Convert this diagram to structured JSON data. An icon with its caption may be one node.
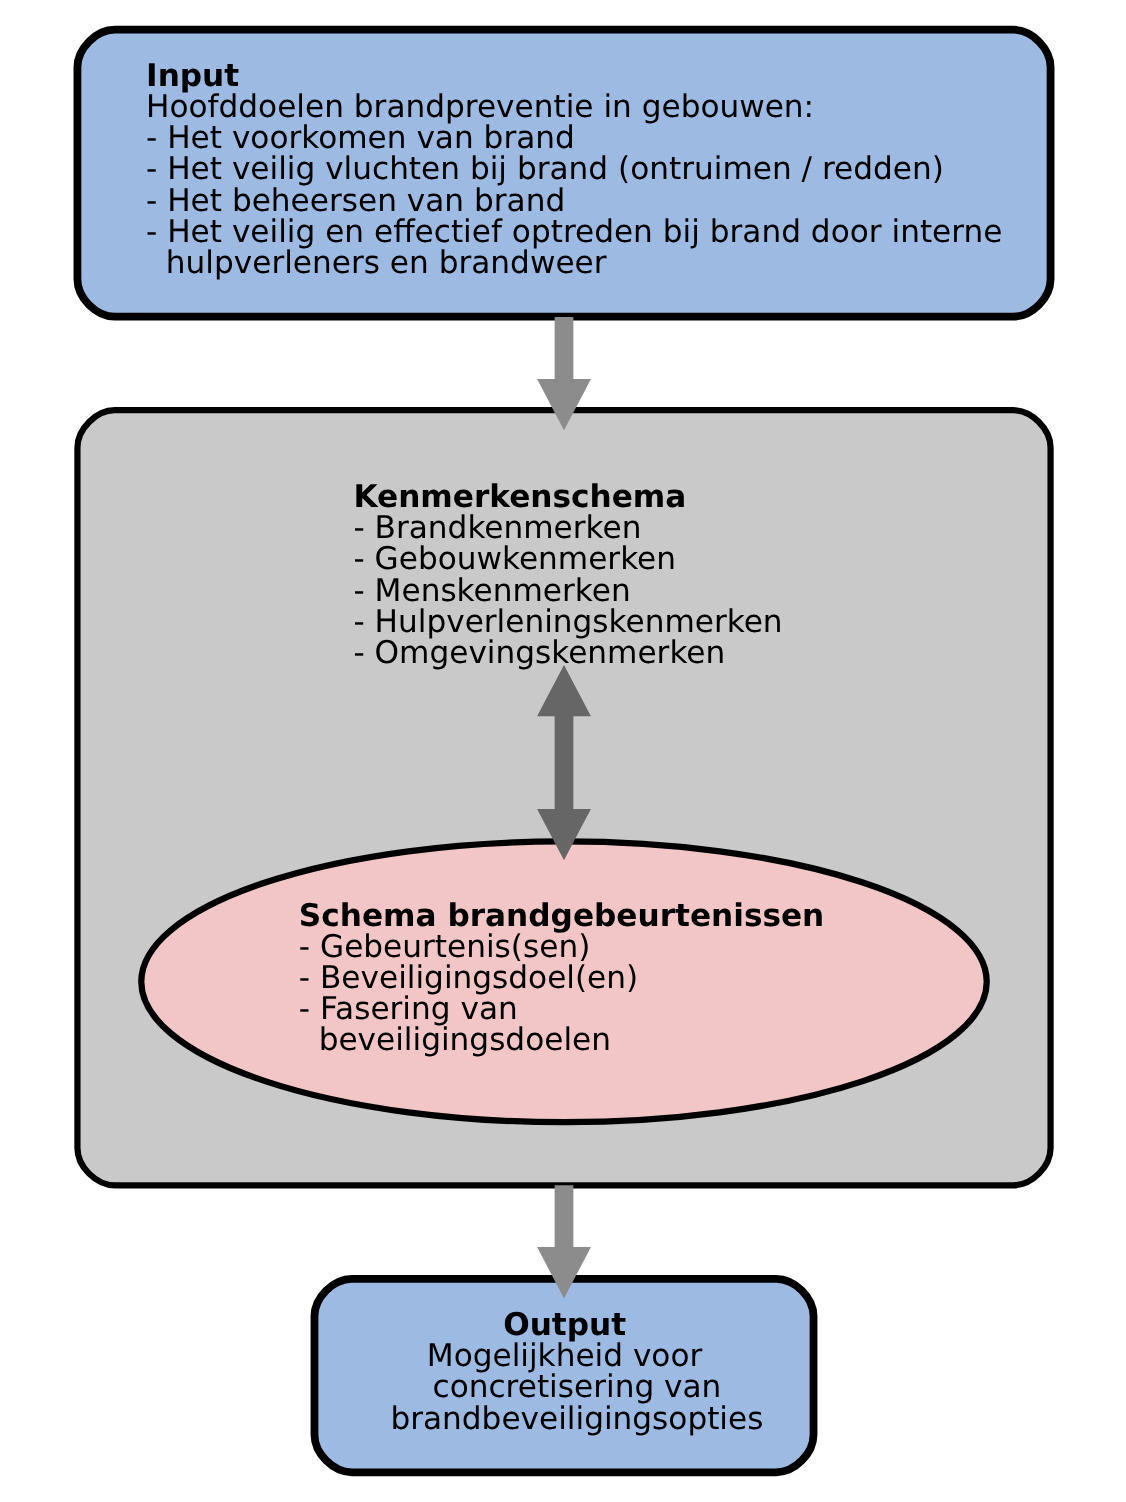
{
  "diagram": {
    "nodes": [
      {
        "text": [
          "Input",
          "Hoofddoelen brandpreventie in gebouwen:",
          "- Het voorkomen van brand",
          "- Het veilig vluchten bij brand (ontruimen / redden)",
          "- Het beheersen van brand",
          "- Het veilig en effectief optreden bij brand door interne hulpverleners en brandweer"
        ]
      },
      {
        "text": [
          "Kenmerkenschema",
          "- Brandkenmerken",
          "- Gebouwkenmerken",
          "- Menskenmerken",
          "- Hulpverleningskenmerken",
          "- Omgevingskenmerken"
        ]
      },
      {
        "text": [
          "Schema brandgebeurtenissen",
          "- Gebeurtenis(sen)",
          "- Beveiligingsdoel(en)",
          "- Fasering van beveiligingsdoelen"
        ],
        "in": 1
      },
      {
        "text": [
          "Output",
          "Mogelijkheid voor concretisering van brandbeveiligingsopties"
        ]
      }
    ],
    "edges": [
      {
        "from": 0,
        "to": 1,
        "arrow": "to"
      },
      {
        "from": 1,
        "to": 2,
        "arrow": "both",
        "color": "#666666"
      },
      {
        "from": 1,
        "to": 3,
        "arrow": "to"
      }
    ]
  }
}
